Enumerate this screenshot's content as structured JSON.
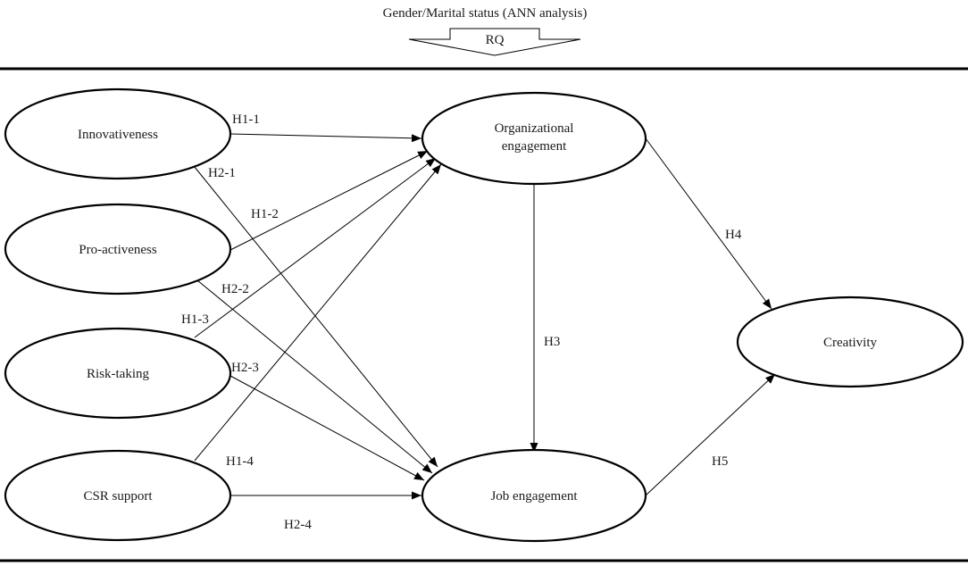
{
  "header": {
    "title": "Gender/Marital status (ANN analysis)",
    "arrow_label": "RQ"
  },
  "nodes": {
    "innovativeness": "Innovativeness",
    "proactiveness": "Pro-activeness",
    "risktaking": "Risk-taking",
    "csr": "CSR support",
    "org": [
      "Organizational",
      "engagement"
    ],
    "job": "Job engagement",
    "creativity": "Creativity"
  },
  "edges": [
    {
      "from": "innovativeness",
      "to": "org",
      "label": "H1-1"
    },
    {
      "from": "proactiveness",
      "to": "org",
      "label": "H1-2"
    },
    {
      "from": "risktaking",
      "to": "org",
      "label": "H1-3"
    },
    {
      "from": "csr",
      "to": "org",
      "label": "H1-4"
    },
    {
      "from": "innovativeness",
      "to": "job",
      "label": "H2-1"
    },
    {
      "from": "proactiveness",
      "to": "job",
      "label": "H2-2"
    },
    {
      "from": "risktaking",
      "to": "job",
      "label": "H2-3"
    },
    {
      "from": "csr",
      "to": "job",
      "label": "H2-4"
    },
    {
      "from": "org",
      "to": "job",
      "label": "H3"
    },
    {
      "from": "org",
      "to": "creativity",
      "label": "H4"
    },
    {
      "from": "job",
      "to": "creativity",
      "label": "H5"
    }
  ]
}
